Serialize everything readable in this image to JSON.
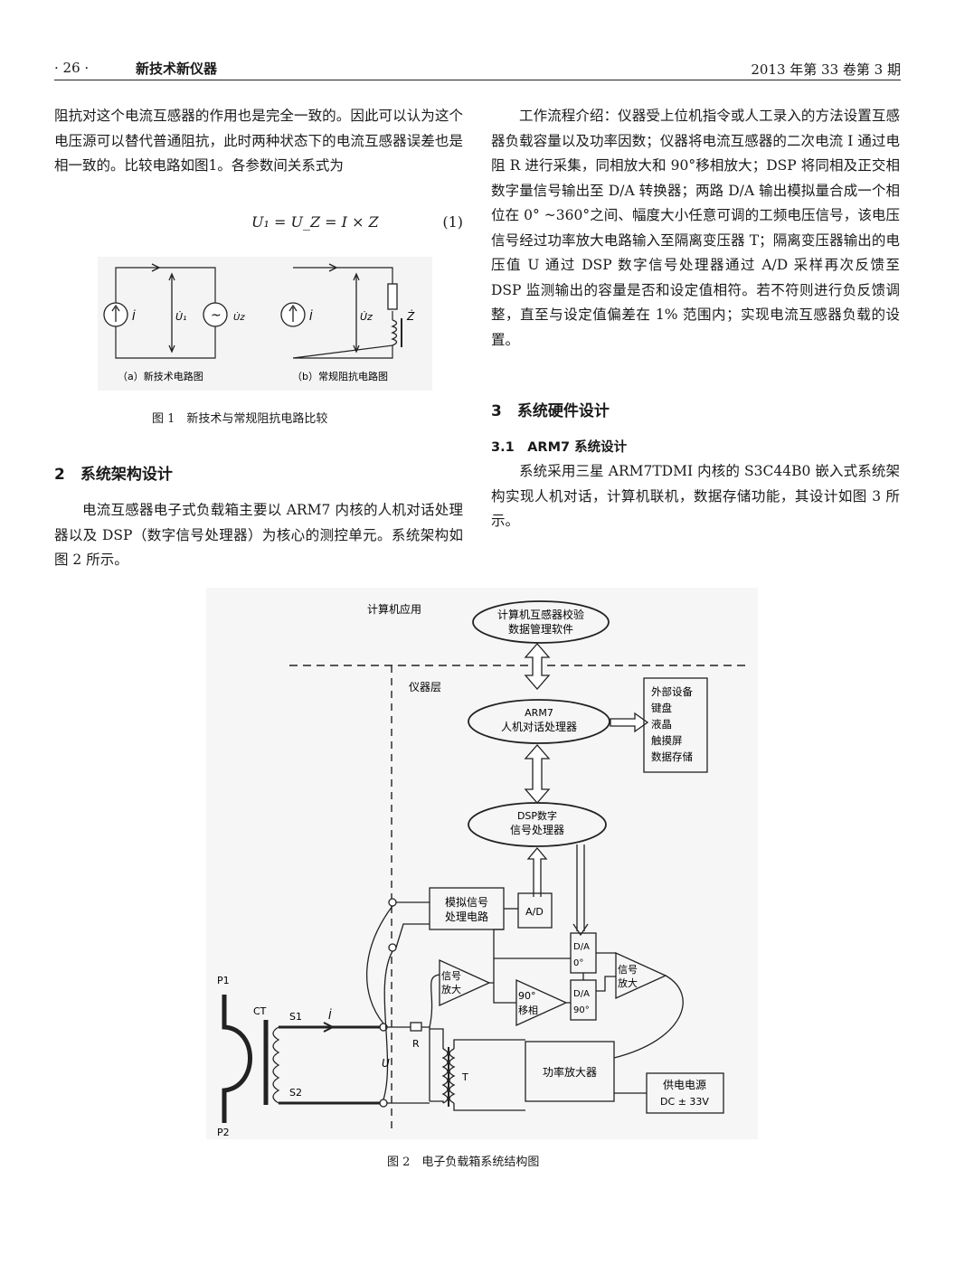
{
  "header": {
    "page": "· 26 ·",
    "journal": "新技术新仪器",
    "issue": "2013 年第 33 卷第 3 期"
  },
  "left": {
    "para1": "阻抗对这个电流互感器的作用也是完全一致的。因此可以认为这个电压源可以替代普通阻抗，此时两种状态下的电流互感器误差也是相一致的。比较电路如图1。各参数间关系式为",
    "equation": "U₁ = U_Z = I × Z",
    "eq_number": "(1)",
    "section2_heading": "2　系统架构设计",
    "para2": "电流互感器电子式负载箱主要以 ARM7 内核的人机对话处理器以及 DSP（数字信号处理器）为核心的测控单元。系统架构如图 2 所示。"
  },
  "right": {
    "para1": "工作流程介绍：仪器受上位机指令或人工录入的方法设置互感器负载容量以及功率因数；仪器将电流互感器的二次电流 I 通过电阻 R 进行采集，同相放大和 90°移相放大；DSP 将同相及正交相数字量信号输出至 D/A 转换器；两路 D/A 输出模拟量合成一个相位在 0° ~360°之间、幅度大小任意可调的工频电压信号，该电压信号经过功率放大电路输入至隔离变压器 T；隔离变压器输出的电压值 U 通过 DSP 数字信号处理器通过 A/D 采样再次反馈至 DSP 监测输出的容量是否和设定值相符。若不符则进行负反馈调整，直至与设定值偏差在 1% 范围内；实现电流互感器负载的设置。",
    "section3_heading": "3　系统硬件设计",
    "sub31_heading": "3.1　ARM7 系统设计",
    "para2": "系统采用三星 ARM7TDMI 内核的 S3C44B0 嵌入式系统架构实现人机对话，计算机联机，数据存储功能，其设计如图 3 所示。"
  },
  "fig1": {
    "caption": "图 1　新技术与常规阻抗电路比较",
    "a_label": "（a）新技术电路图",
    "b_label": "（b）常规阻抗电路图",
    "i": "İ",
    "u1": "U̇₁",
    "uz_src": "U̇z",
    "uz": "U̇z",
    "z": "Ż",
    "tilde": "~"
  },
  "fig2": {
    "caption": "图 2　电子负载箱系统结构图",
    "computer_layer": "计算机应用",
    "instrument_layer": "仪器层",
    "software_line1": "计算机互感器校验",
    "software_line2": "数据管理软件",
    "arm_line1": "ARM7",
    "arm_line2": "人机对话处理器",
    "ext_items": [
      "外部设备",
      "键盘",
      "液晶",
      "触摸屏",
      "数据存储"
    ],
    "dsp_line1": "DSP数字",
    "dsp_line2": "信号处理器",
    "analog_line1": "模拟信号",
    "analog_line2": "处理电路",
    "ad": "A/D",
    "da0_line1": "D/A",
    "da0_line2": "0°",
    "da90_line1": "D/A",
    "da90_line2": "90°",
    "amp_line1": "信号",
    "amp_line2": "放大",
    "shift_line1": "90°",
    "shift_line2": "移相",
    "sigamp_line1": "信号",
    "sigamp_line2": "放大",
    "power_amp": "功率放大器",
    "psu_line1": "供电电源",
    "psu_line2": "DC ± 33V",
    "p1": "P1",
    "p2": "P2",
    "ct": "CT",
    "s1": "S1",
    "s2": "S2",
    "i": "İ",
    "r": "R",
    "t": "T",
    "u": "U"
  }
}
